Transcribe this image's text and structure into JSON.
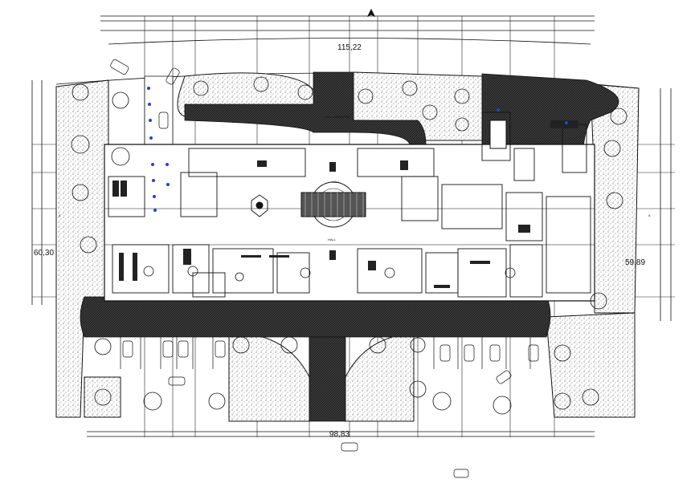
{
  "drawing": {
    "dimensions": {
      "top": "115,22",
      "bottom": "98,83",
      "left": "60,30",
      "right": "59,89"
    },
    "labels": {
      "hall_upper": "HALL",
      "hall_lower": "HALL",
      "entrance_sign": "HALL PRINCIPAL",
      "section_marker": "A"
    }
  }
}
